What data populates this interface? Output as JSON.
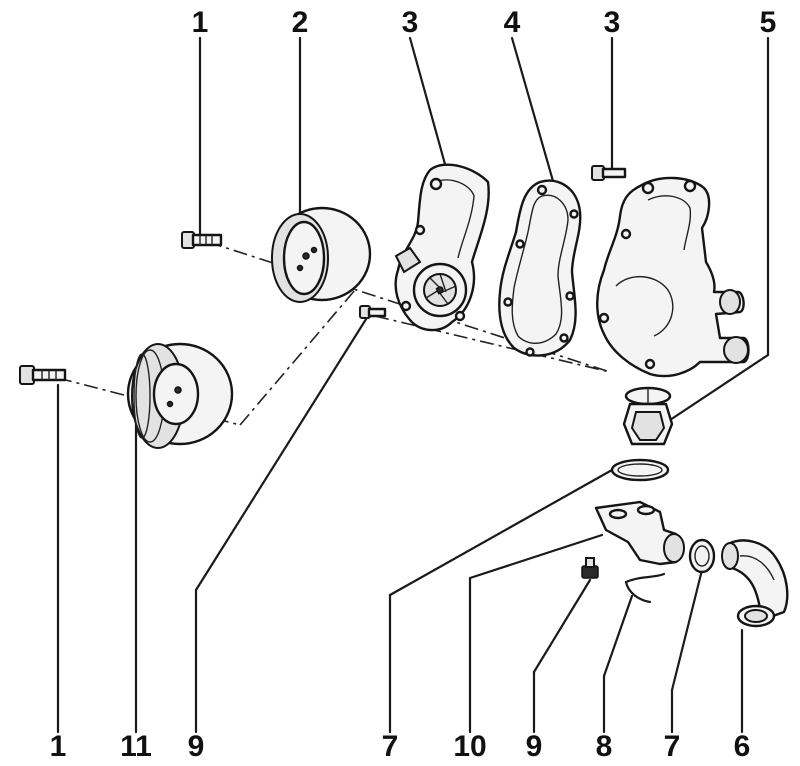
{
  "callouts": {
    "top": [
      "1",
      "2",
      "3",
      "4",
      "3",
      "5"
    ],
    "bottom": [
      "1",
      "11",
      "9",
      "7",
      "10",
      "9",
      "8",
      "7",
      "6"
    ]
  }
}
